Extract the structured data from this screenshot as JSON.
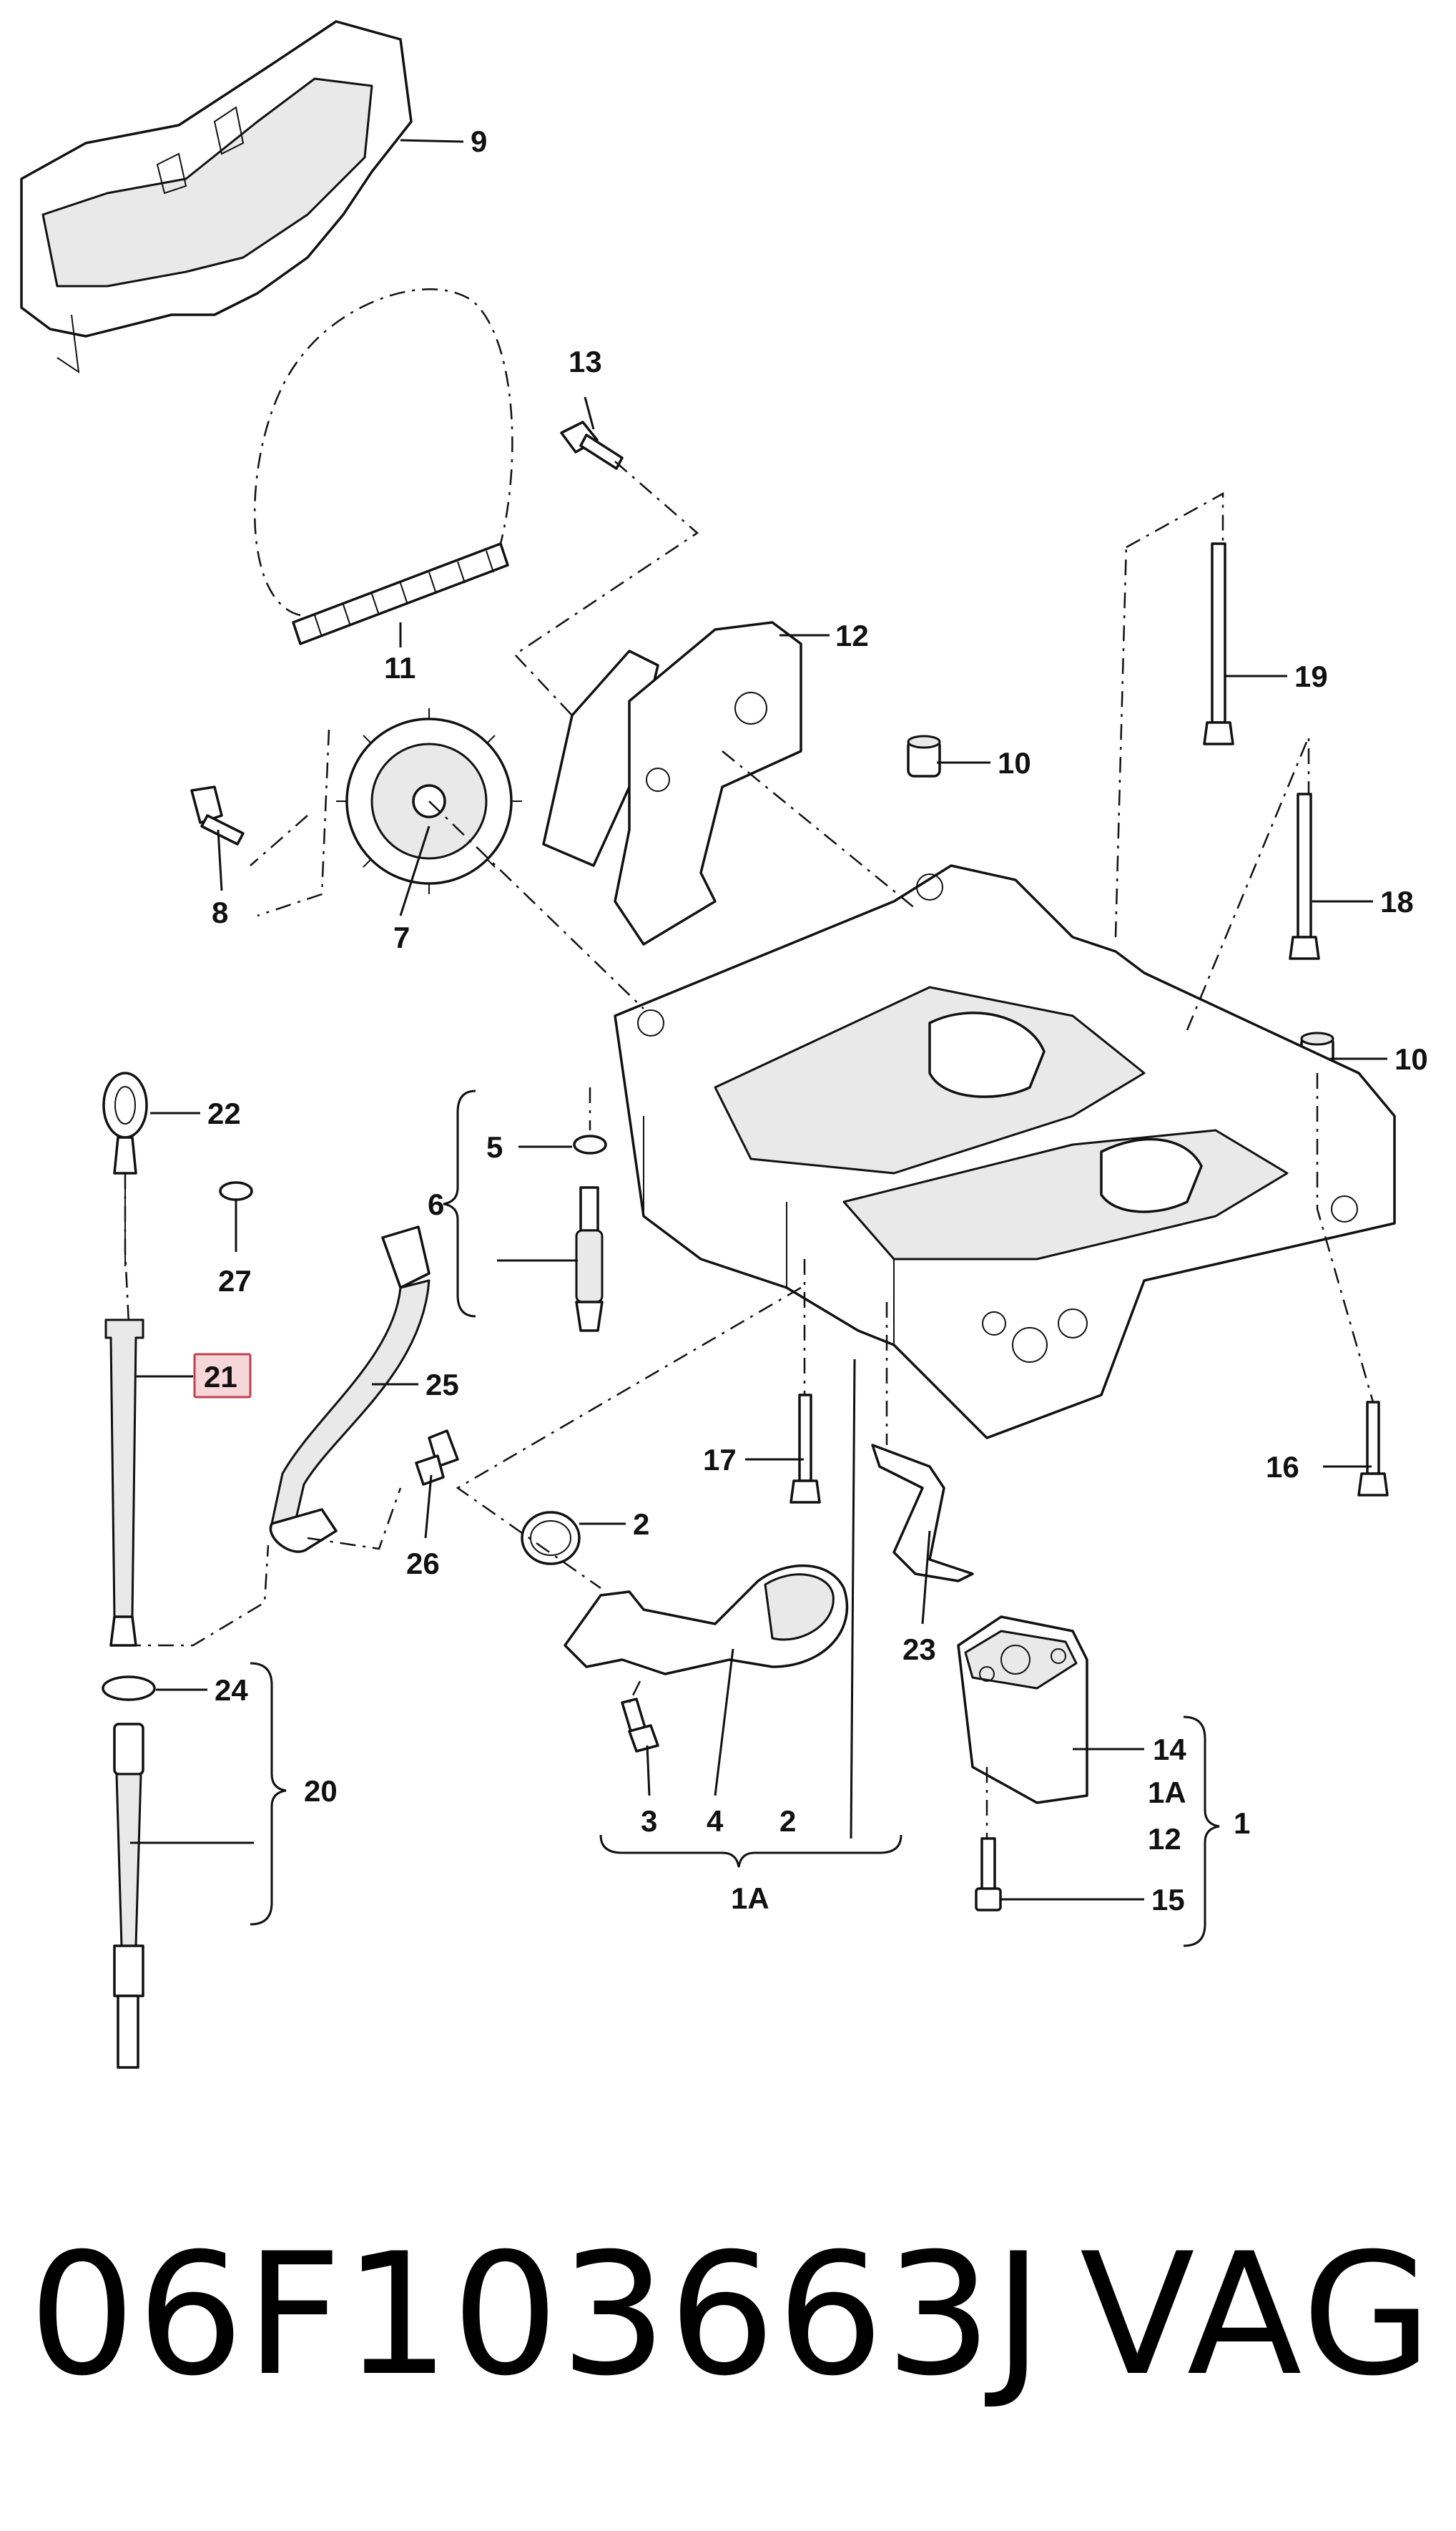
{
  "diagram": {
    "callouts": {
      "c1": "1",
      "c1A_bottom": "1A",
      "c1A_right": "1A",
      "c2a": "2",
      "c2b": "2",
      "c3": "3",
      "c4": "4",
      "c5": "5",
      "c6": "6",
      "c7": "7",
      "c8": "8",
      "c9": "9",
      "c10a": "10",
      "c10b": "10",
      "c11": "11",
      "c12a": "12",
      "c12b": "12",
      "c13": "13",
      "c14": "14",
      "c15": "15",
      "c16": "16",
      "c17": "17",
      "c18": "18",
      "c19": "19",
      "c20": "20",
      "c21": "21",
      "c22": "22",
      "c23": "23",
      "c24": "24",
      "c25": "25",
      "c26": "26",
      "c27": "27"
    },
    "highlighted_callout": "21",
    "colors": {
      "ink": "#111111",
      "highlight_fill": "#f7d6da",
      "highlight_border": "#c0404e"
    }
  },
  "footer": {
    "part_number": "06F103663J",
    "brand": "VAG"
  }
}
